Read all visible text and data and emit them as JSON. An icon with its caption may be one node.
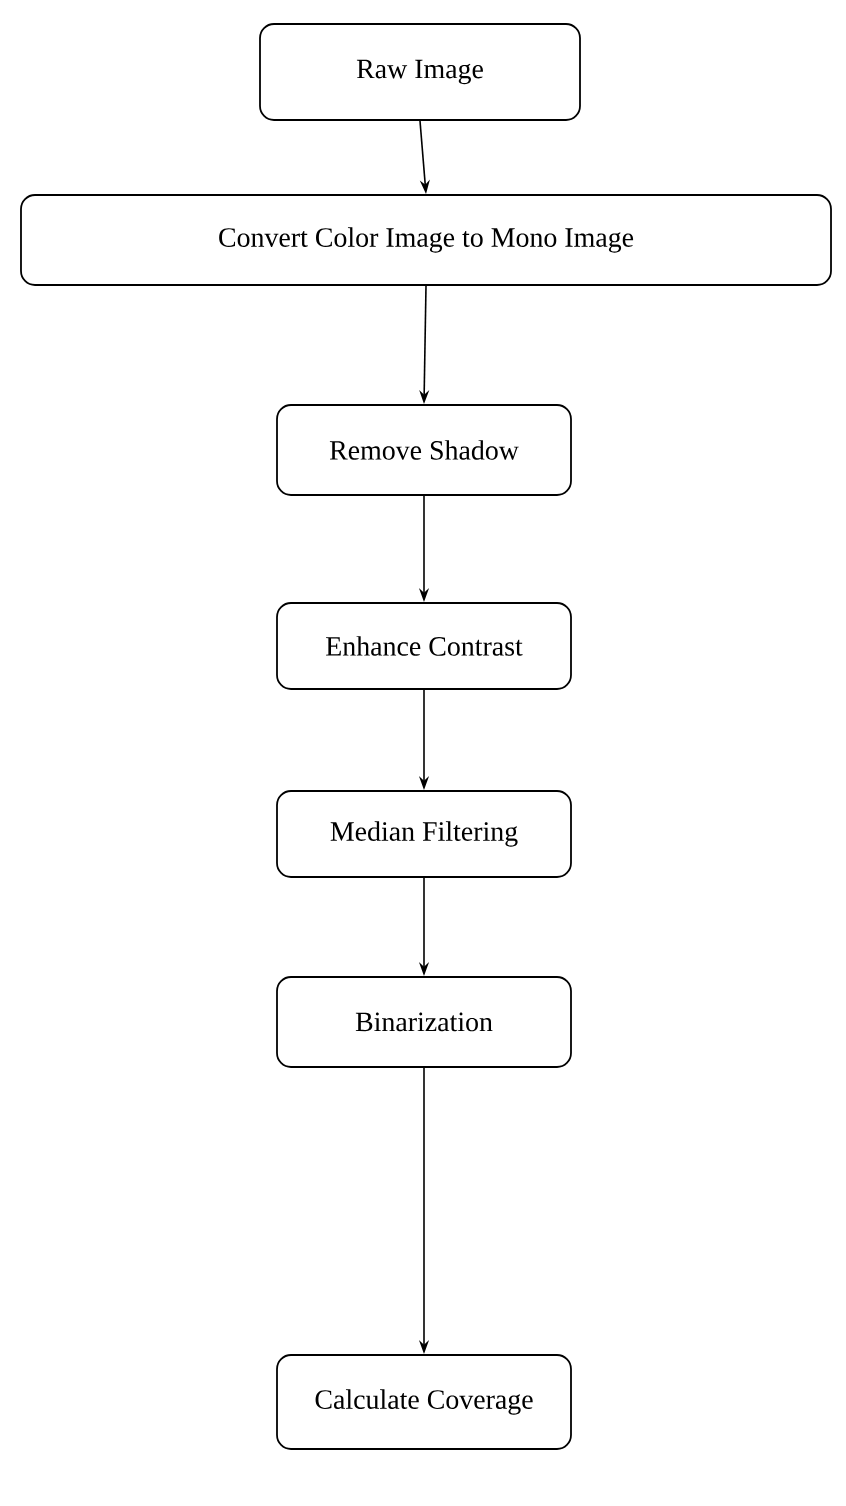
{
  "diagram": {
    "nodes": [
      {
        "text": [
          "Raw Image"
        ]
      },
      {
        "text": [
          "Convert Color Image to Mono Image"
        ]
      },
      {
        "text": [
          "Remove Shadow"
        ]
      },
      {
        "text": [
          "Enhance Contrast"
        ]
      },
      {
        "text": [
          "Median Filtering"
        ]
      },
      {
        "text": [
          "Binarization"
        ]
      },
      {
        "text": [
          "Calculate Coverage"
        ]
      }
    ],
    "edges": [
      {
        "from": 0,
        "to": 1,
        "arrow": "to"
      },
      {
        "from": 1,
        "to": 2,
        "arrow": "to"
      },
      {
        "from": 2,
        "to": 3,
        "arrow": "to"
      },
      {
        "from": 3,
        "to": 4,
        "arrow": "to"
      },
      {
        "from": 4,
        "to": 5,
        "arrow": "to"
      },
      {
        "from": 5,
        "to": 6,
        "arrow": "to"
      }
    ]
  }
}
